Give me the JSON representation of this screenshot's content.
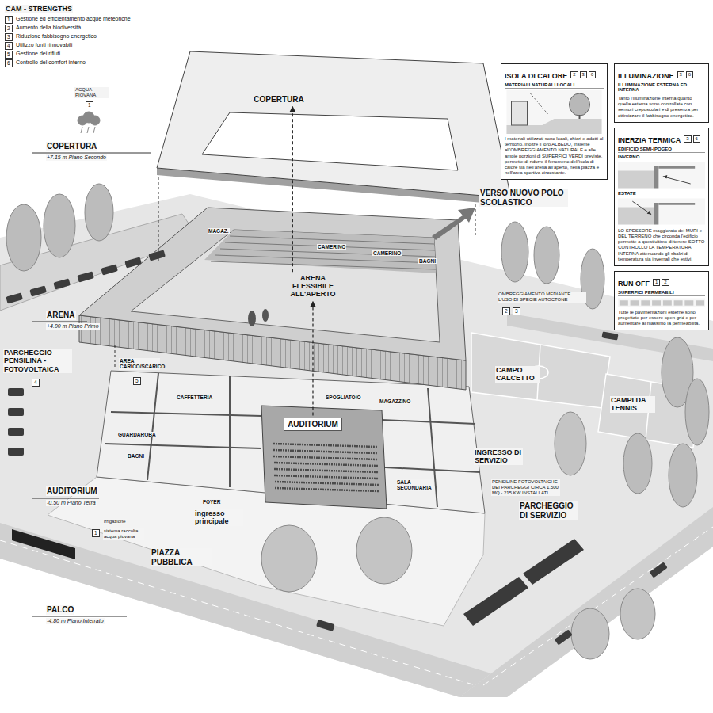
{
  "diagram": {
    "nodes": [
      {
        "text": [
          "COPERTURA"
        ]
      },
      {
        "text": [
          "ARENA FLESSIBILE ALL'APERTO"
        ]
      },
      {
        "text": [
          "AUDITORIUM"
        ]
      },
      {
        "text": [
          "ISOLA DI CALORE",
          "2",
          "3",
          "6",
          "MATERIALI NATURALI LOCALI",
          "I materiali utilizzati sono locali, chiari e adatti al territorio. Inoltre il loro ALBEDO, insieme all'OMBREGGIAMENTO NATURALE e alle ampie porzioni di SUPERFICI VERDI previste, permette di ridurre il fenomeno dell'isola di calore sia nell'arena all'aperto, nella piazza e nell'area sportiva circostante."
        ]
      },
      {
        "text": [
          "ILLUMINAZIONE",
          "3",
          "6",
          "ILLUMINAZIONE ESTERNA ED INTERNA",
          "Tanto l'illuminazione interna quanto quella esterna sono controllate con sensori crepuscolari e di presenza per ottimizzare il fabbisogno energetico."
        ]
      },
      {
        "text": [
          "INERZIA TERMICA",
          "3",
          "6",
          "EDIFICIO SEMI-IPOGEO",
          "INVERNO",
          "ESTATE",
          "LO SPESSORE maggiorato dei MURI e DEL TERRENO che circonda l'edificio permette a quest'ultimo di tenere SOTTO CONTROLLO LA TEMPERATURA INTERNA attenuando gli sbalzi di temperatura sia invernali che estivi."
        ]
      },
      {
        "text": [
          "RUN OFF",
          "1",
          "2",
          "SUPERFICI PERMEABILI",
          "Tutte le pavimentazioni esterne sono progettate per essere open grid e per aumentare al massimo la permeabilità."
        ]
      }
    ],
    "edges": [
      {
        "from": 1,
        "to": 0,
        "arrow": "to"
      },
      {
        "from": 2,
        "to": 1,
        "arrow": "to"
      }
    ],
    "labels": [
      "CAM - STRENGTHS",
      "1",
      "2",
      "3",
      "4",
      "5",
      "6",
      "ACQUA PIOVANA",
      "1",
      "COPERTURA",
      "+7.15 m Piano Secondo",
      "ARENA",
      "+4.00 m Piano Primo",
      "PARCHEGGIO PENSILINA - FOTOVOLTAICA",
      "4",
      "AREA CARICO/SCARICO",
      "5",
      "AUDITORIUM",
      "-0.50 m Piano Terra",
      "PALCO",
      "-4.80 m Piano Interrato",
      "irrigazione",
      "sistema raccolta acqua piovana",
      "1",
      "VERSO NUOVO POLO SCOLASTICO",
      "MAGAZ.",
      "CAMERINO",
      "CAMERINO",
      "BAGNI",
      "OMBREGGIAMENTO MEDIANTE L'USO DI SPECIE AUTOCTONE",
      "2",
      "3",
      "CAMPO CALCETTO",
      "CAMPI DA TENNIS",
      "CAFFETTERIA",
      "GUARDAROBA",
      "BAGNI",
      "SPOGLIATOIO",
      "MAGAZZINO",
      "SALA SECONDARIA",
      "FOYER",
      "ingresso principale",
      "PIAZZA PUBBLICA",
      "INGRESSO DI SERVIZIO",
      "PENSILINE FOTOVOLTAICHE DEI PARCHEGGI CIRCA 1.500 MQ - 215 KW INSTALLATI",
      "PARCHEGGIO DI SERVIZIO"
    ],
    "legend": [
      {
        "text": "Gestione ed efficientamento acque meteoriche"
      },
      {
        "text": "Aumento della biodiversità"
      },
      {
        "text": "Riduzione fabbisogno energetico"
      },
      {
        "text": "Utilizzo fonti rinnovabili"
      },
      {
        "text": "Gestione dei rifiuti"
      },
      {
        "text": "Controllo del comfort interno"
      }
    ]
  }
}
